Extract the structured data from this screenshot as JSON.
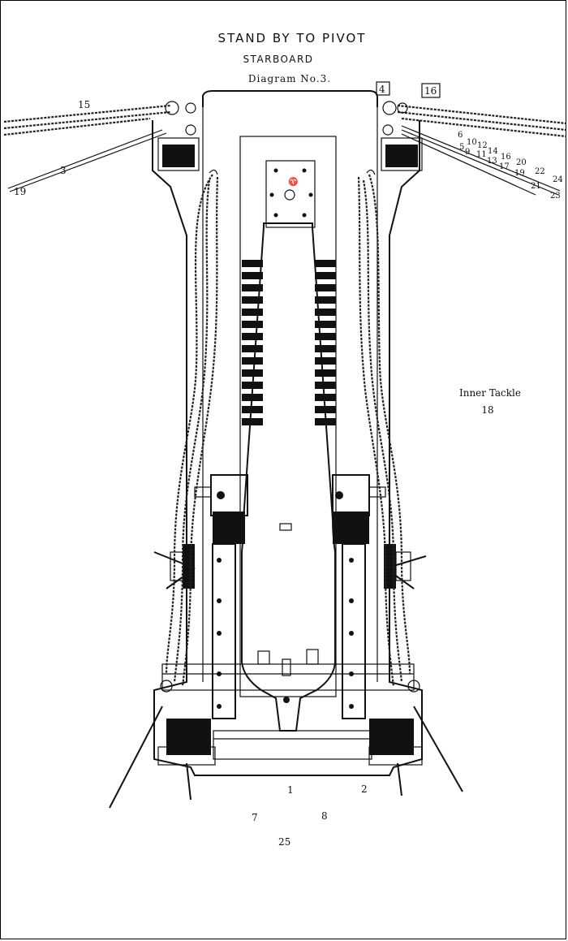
{
  "header": {
    "title": "STAND BY TO PIVOT",
    "subtitle": "STARBOARD",
    "diagram_label": "Diagram No.3."
  },
  "annotations": {
    "inner_tackle_label": "Inner Tackle",
    "inner_tackle_number": "18"
  },
  "numbers": {
    "n1": "1",
    "n2": "2",
    "n3": "3",
    "n4": "4",
    "n5": "5",
    "n6": "6",
    "n7": "7",
    "n8": "8",
    "n9": "9",
    "n10": "10",
    "n11": "11",
    "n12": "12",
    "n13": "13",
    "n14": "14",
    "n15": "15",
    "n16": "16",
    "n16b": "16",
    "n17": "17",
    "n19": "19",
    "n19b": "19",
    "n20": "20",
    "n21": "21",
    "n22": "22",
    "n23": "23",
    "n24": "24",
    "n25": "25"
  }
}
